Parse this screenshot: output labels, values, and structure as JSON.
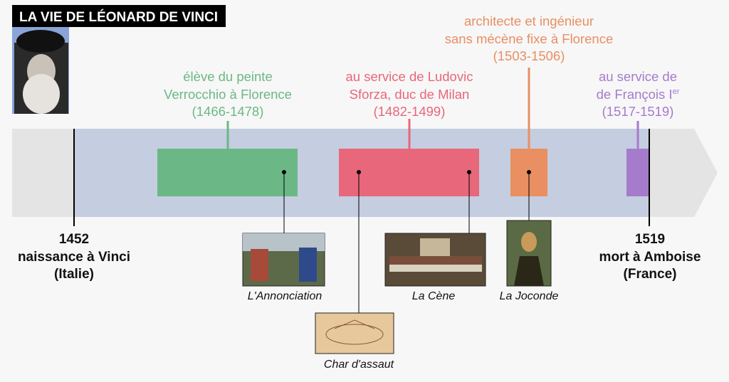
{
  "title": "LA VIE DE LÉONARD DE VINCI",
  "colors": {
    "green": "#6bb886",
    "red": "#e8677a",
    "orange": "#e98f62",
    "purple": "#a57bcc",
    "band": "#c5cde0",
    "arrow": "#e4e4e4"
  },
  "start": {
    "year": "1452",
    "line1": "naissance à Vinci",
    "line2": "(Italie)"
  },
  "end": {
    "year": "1519",
    "line1": "mort à Amboise",
    "line2": "(France)"
  },
  "periods": [
    {
      "line1": "élève du peinte",
      "line2": "Verrocchio à Florence",
      "line3": "(1466-1478)"
    },
    {
      "line1": "au service de Ludovic",
      "line2": "Sforza, duc de Milan",
      "line3": "(1482-1499)"
    },
    {
      "line0": "architecte et ingénieur",
      "line1": "sans mécène fixe à Florence",
      "line3": "(1503-1506)"
    },
    {
      "line1": "au service de",
      "line2": "de François I",
      "line2_sup": "er",
      "line3": "(1517-1519)"
    }
  ],
  "works": [
    {
      "caption": "L'Annonciation"
    },
    {
      "caption": "Char d'assaut"
    },
    {
      "caption": "La Cène"
    },
    {
      "caption": "La Joconde"
    }
  ]
}
